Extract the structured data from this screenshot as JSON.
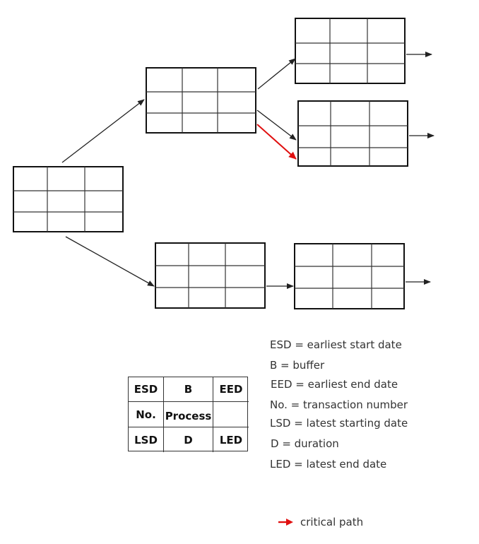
{
  "diagram": {
    "type": "network-plan",
    "node_count": 6,
    "node_grid": "3x3 empty cells",
    "critical_color": "#e01010",
    "line_color": "#222222"
  },
  "legend_table": {
    "cells": [
      [
        "ESD",
        "B",
        "EED"
      ],
      [
        "No.",
        "Process",
        ""
      ],
      [
        "LSD",
        "D",
        "LED"
      ]
    ]
  },
  "definitions": [
    "ESD = earliest start date",
    "B = buffer",
    "EED = earliest end date",
    "No. = transaction number",
    "LSD = latest starting date",
    "D = duration",
    "LED = latest end date"
  ],
  "critical_path": {
    "label": "critical path",
    "color": "#e01010"
  }
}
